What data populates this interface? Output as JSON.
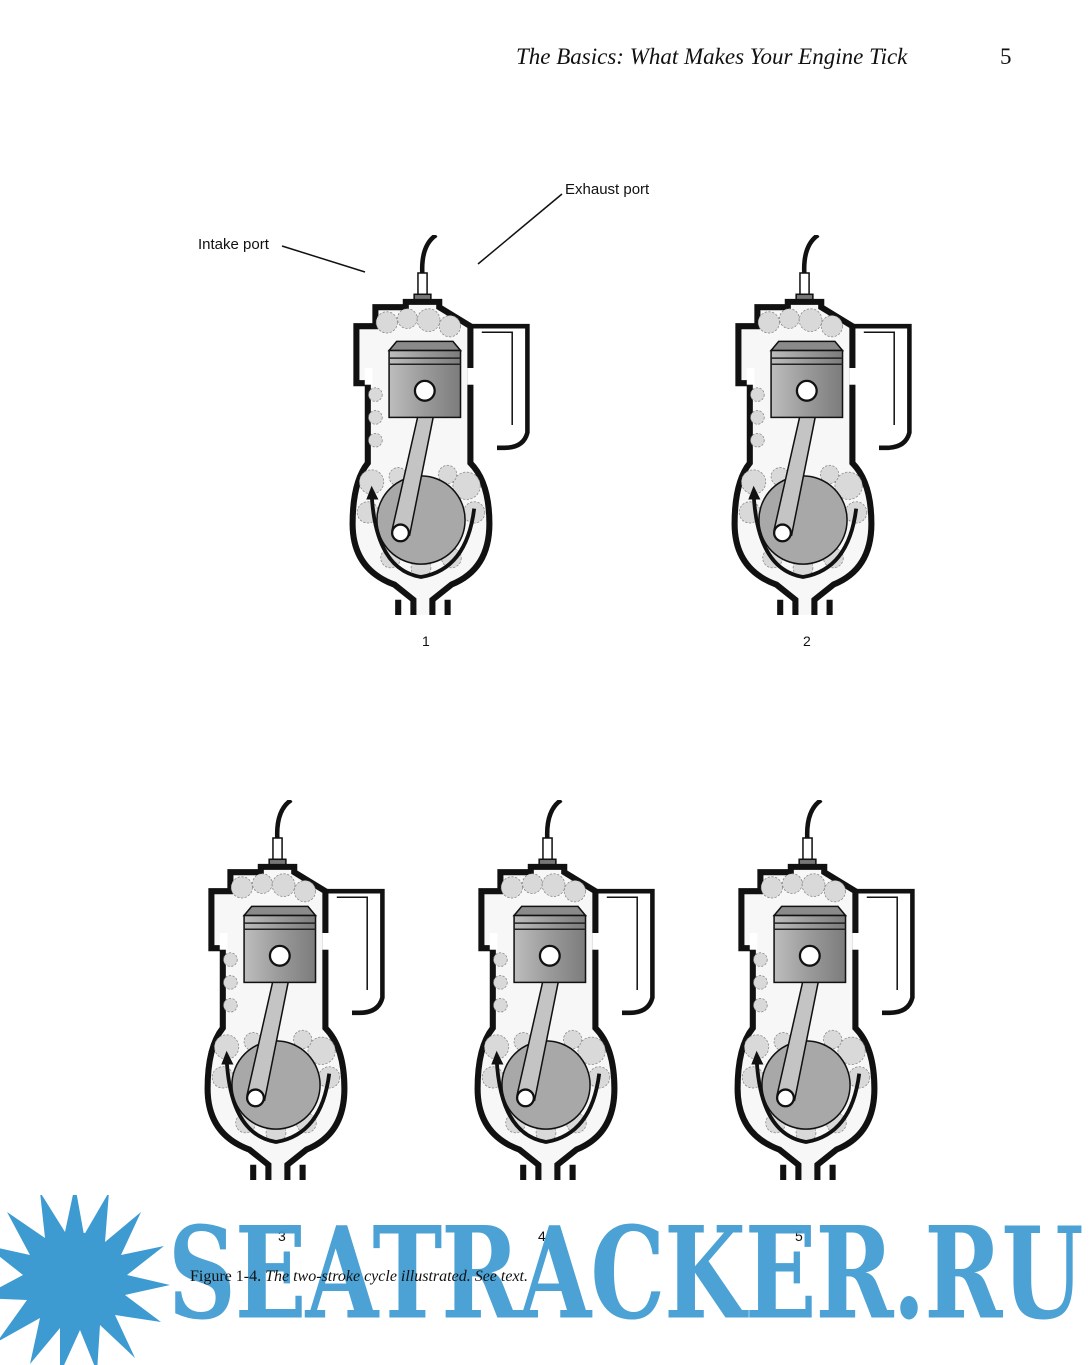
{
  "header": {
    "running_head": "The Basics: What Makes Your Engine Tick",
    "page_number": "5"
  },
  "figure": {
    "callouts": {
      "intake_port": "Intake port",
      "exhaust_port": "Exhaust port"
    },
    "panels": [
      {
        "label": "1"
      },
      {
        "label": "2"
      },
      {
        "label": "3"
      },
      {
        "label": "4"
      },
      {
        "label": "5"
      }
    ],
    "caption_label": "Figure 1-4.",
    "caption_text": "The two-stroke cycle illustrated. See text."
  },
  "watermark": {
    "text": "SEATRACKER.RU",
    "color": "#3d9bd1"
  }
}
